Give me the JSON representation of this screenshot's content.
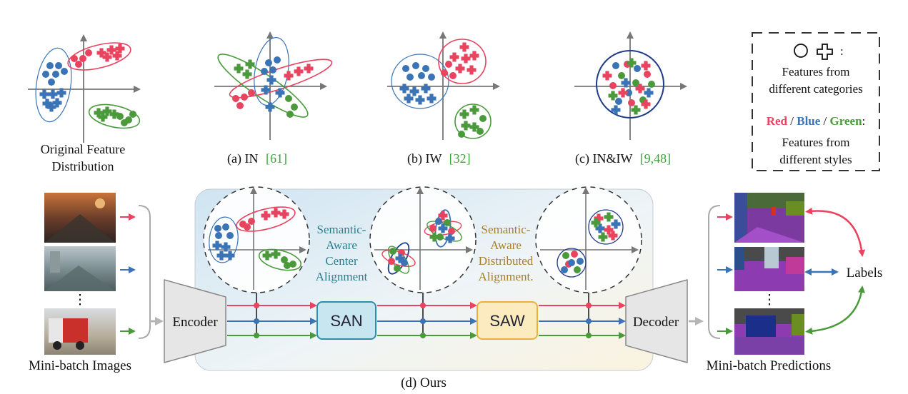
{
  "colors": {
    "red": "#e8435f",
    "blue": "#3a73b6",
    "green": "#4a9a3c",
    "axis": "#777777",
    "ref_green": "#3ba33b",
    "teal": "#2e7d8c",
    "gold": "#a57d2e"
  },
  "top_panels": {
    "original": {
      "line1": "Original Feature",
      "line2": "Distribution"
    },
    "in": {
      "label": "(a) IN",
      "ref": "[61]"
    },
    "iw": {
      "label": "(b) IW",
      "ref": "[32]"
    },
    "iniw": {
      "label": "(c) IN&IW",
      "ref": "[9,48]"
    }
  },
  "legend": {
    "shape_suffix": ":",
    "line1": "Features from",
    "line2": "different categories",
    "red": "Red",
    "slash1": " / ",
    "blue": "Blue",
    "slash2": " / ",
    "green": "Green",
    "colon": ":",
    "line3": "Features from",
    "line4": "different styles"
  },
  "pipeline": {
    "left_caption": "Mini-batch Images",
    "right_caption": "Mini-batch Predictions",
    "bottom_caption": "(d) Ours",
    "encoder": "Encoder",
    "decoder": "Decoder",
    "san": "SAN",
    "saw": "SAW",
    "labels": "Labels",
    "dots": "⋮",
    "san_text": [
      "Semantic-",
      "Aware",
      "Center",
      "Alignment"
    ],
    "saw_text": [
      "Semantic-",
      "Aware",
      "Distributed",
      "Alignment."
    ]
  }
}
